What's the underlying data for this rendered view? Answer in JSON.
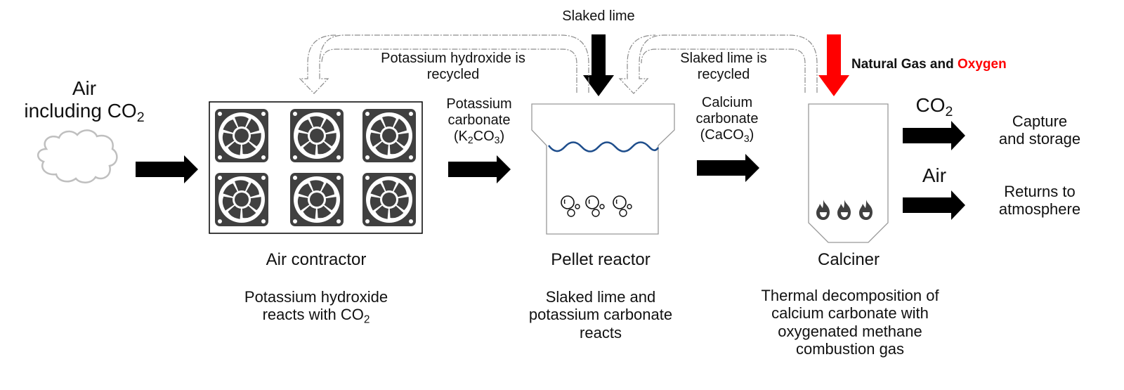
{
  "colors": {
    "arrow": "#000000",
    "gas_arrow": "#ff0000",
    "oxygen_text": "#ff0000",
    "fan": "#404040",
    "flame": "#404040",
    "wave": "#1f4e8c",
    "cloud": "#bfbfbf",
    "recycle_arrow": "#8c8c8c"
  },
  "input": {
    "line1": "Air",
    "line2_prefix": "including CO",
    "line2_sub": "2",
    "icon": "cloud-icon"
  },
  "top_labels": {
    "slaked_lime": "Slaked lime",
    "koh_recycled_line1": "Potassium hydroxide is",
    "koh_recycled_line2": "recycled",
    "lime_recycled_line1": "Slaked lime is",
    "lime_recycled_line2": "recycled",
    "gas_prefix": "Natural Gas and ",
    "gas_oxygen": "Oxygen"
  },
  "flows": {
    "k2co3_line1": "Potassium",
    "k2co3_line2": "carbonate",
    "k2co3_f_open": "(K",
    "k2co3_f_sub1": "2",
    "k2co3_f_mid": "CO",
    "k2co3_f_sub2": "3",
    "k2co3_f_close": ")",
    "caco3_line1": "Calcium",
    "caco3_line2": "carbonate",
    "caco3_f_open": "(CaCO",
    "caco3_f_sub": "3",
    "caco3_f_close": ")"
  },
  "outputs": [
    {
      "label_prefix": "CO",
      "label_sub": "2",
      "dest_line1": "Capture",
      "dest_line2": "and storage"
    },
    {
      "label_prefix": "Air",
      "label_sub": "",
      "dest_line1": "Returns to",
      "dest_line2": "atmosphere"
    }
  ],
  "stages": [
    {
      "name": "Air contractor",
      "desc_line1": "Potassium hydroxide",
      "desc_line2_prefix": "reacts with CO",
      "desc_line2_sub": "2",
      "icon": "fan-icon",
      "icon_count": 6
    },
    {
      "name": "Pellet reactor",
      "desc_line1": "Slaked lime and",
      "desc_line2": "potassium carbonate",
      "desc_line3": "reacts",
      "icon": "bubbles-icon"
    },
    {
      "name": "Calciner",
      "desc_line1": "Thermal decomposition of",
      "desc_line2": "calcium carbonate with",
      "desc_line3": "oxygenated methane",
      "desc_line4": "combustion gas",
      "icon": "flame-icon",
      "icon_count": 3
    }
  ]
}
